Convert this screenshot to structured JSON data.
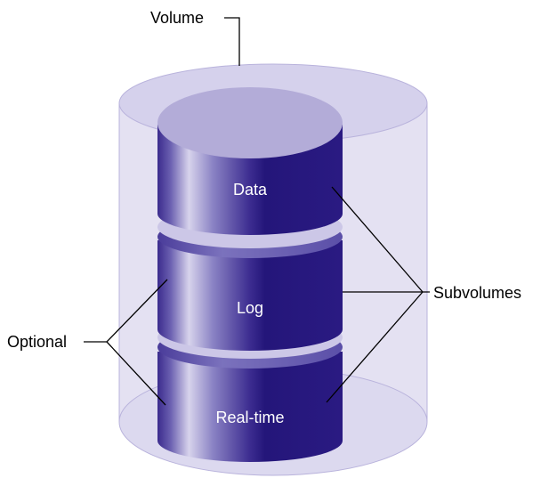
{
  "diagram": {
    "labels": {
      "volume": "Volume",
      "subvolumes": "Subvolumes",
      "optional": "Optional"
    },
    "subvolumes": [
      {
        "name": "Data",
        "optional": false
      },
      {
        "name": "Log",
        "optional": true
      },
      {
        "name": "Real-time",
        "optional": true
      }
    ],
    "colors": {
      "volume_fill": "#dcd9ef",
      "volume_edge": "#b9b3dc",
      "subvolume_dark": "#2a1a80",
      "subvolume_light": "#d2cde9",
      "subvolume_top": "#b3acd8",
      "label_text": "#ffffff"
    }
  }
}
